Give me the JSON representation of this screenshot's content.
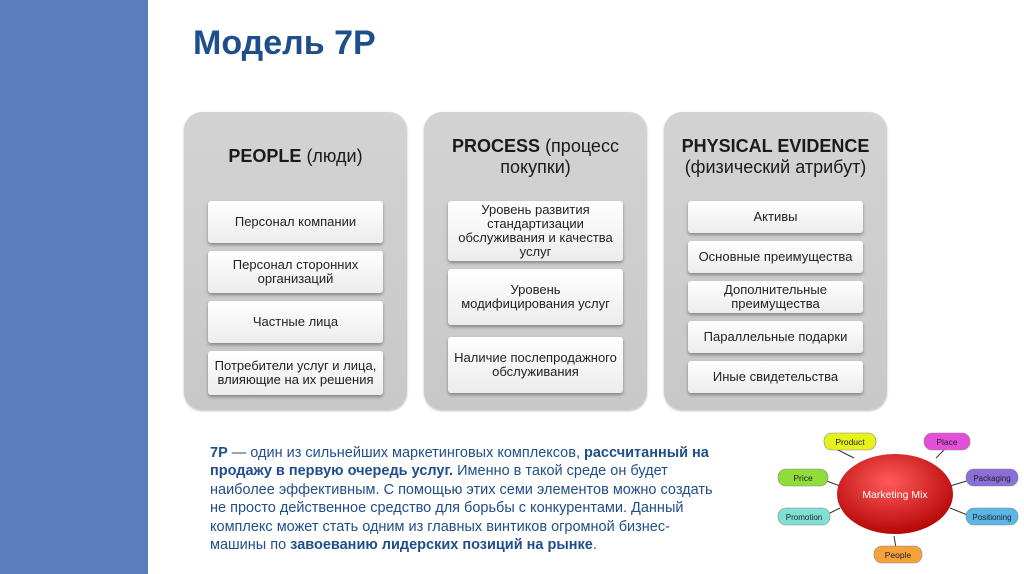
{
  "title": "Модель 7Р",
  "panels": [
    {
      "head_bold": "PEOPLE",
      "head_rest": " (люди)",
      "items": [
        "Персонал компании",
        "Персонал сторонних организаций",
        "Частные лица",
        "Потребители услуг и лица, влияющие на их решения"
      ]
    },
    {
      "head_bold": "PROCESS",
      "head_rest": " (процесс покупки)",
      "items": [
        "Уровень развития стандартизации обслуживания и качества услуг",
        "Уровень модифицирования услуг",
        "Наличие послепродажного обслуживания"
      ]
    },
    {
      "head_bold": "PHYSICAL EVIDENCE",
      "head_rest": "(физический атрибут)",
      "items": [
        "Активы",
        "Основные преимущества",
        "Дополнительные преимущества",
        "Параллельные подарки",
        "Иные свидетельства"
      ]
    }
  ],
  "description": {
    "p1_bold": "7P",
    "p2": " — один из сильнейших маркетинговых комплексов, ",
    "p3_bold": "рассчитанный на продажу в первую очередь услуг.",
    "p4": " Именно в такой среде он будет наиболее эффективным. С помощью этих семи элементов можно создать не просто действенное средство для борьбы с конкурентами. Данный комплекс может стать одним из главных винтиков огромной бизнес-машины по ",
    "p5_bold": "завоеванию лидерских позиций на рынке",
    "p6": "."
  },
  "mix": {
    "center": "Marketing Mix",
    "product": "Product",
    "place": "Place",
    "price": "Price",
    "packaging": "Packaging",
    "promotion": "Promotion",
    "positioning": "Positioning",
    "people": "People"
  }
}
